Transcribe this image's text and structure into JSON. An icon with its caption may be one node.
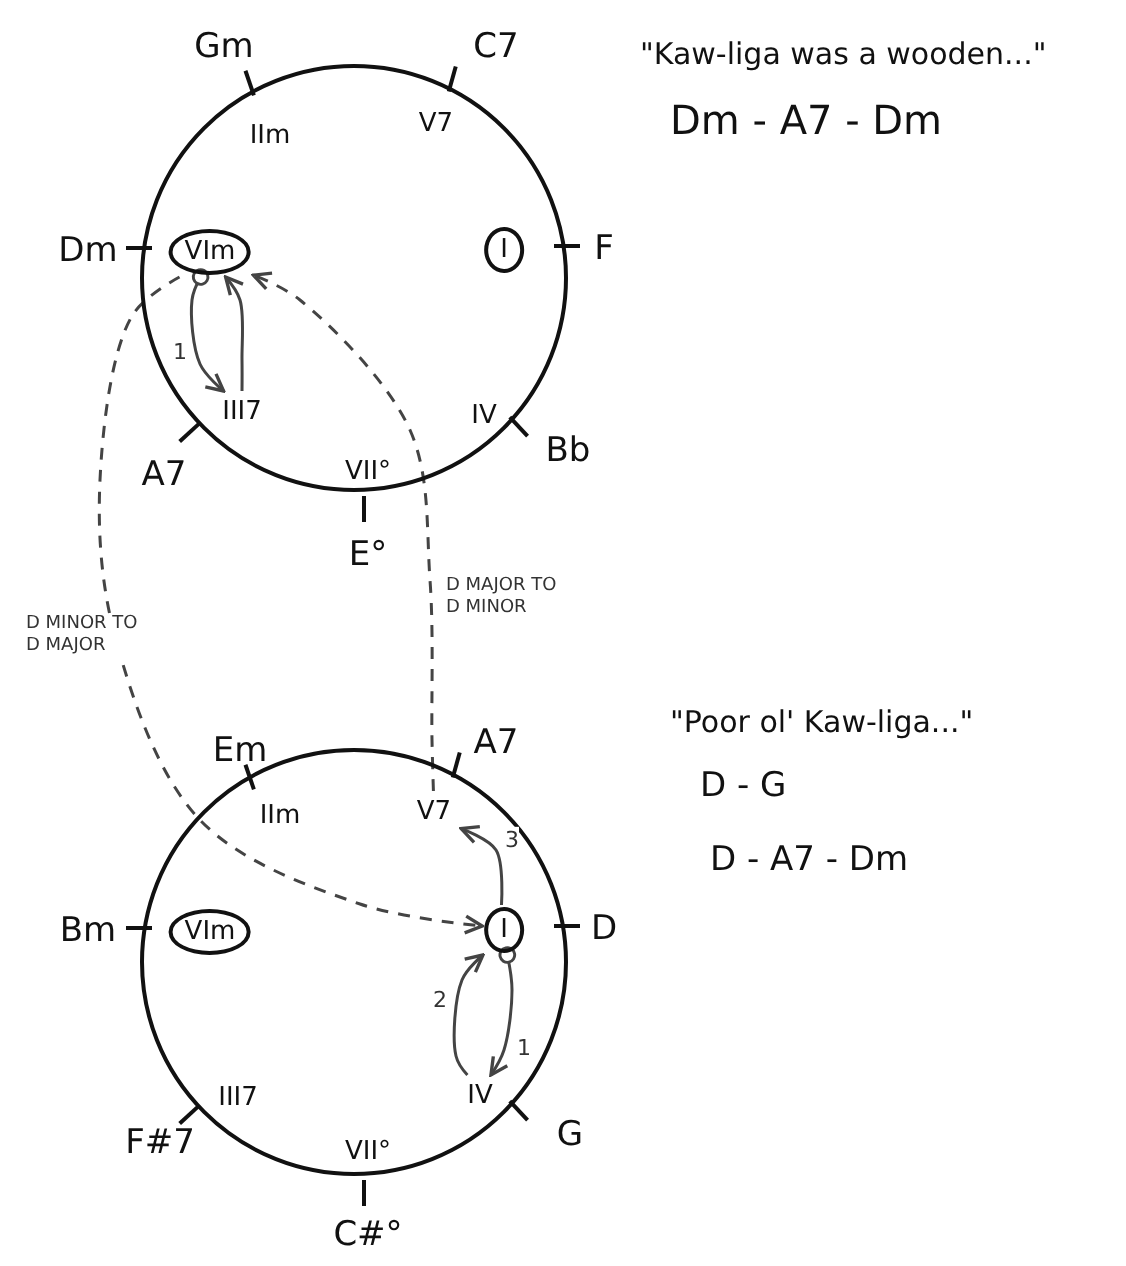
{
  "diagram": {
    "nodes": [
      {
        "text": [],
        "shape": "circle"
      },
      {
        "text": [
          "IIm"
        ],
        "beside": [
          "Gm"
        ],
        "in": 0
      },
      {
        "text": [
          "V7"
        ],
        "beside": [
          "C7"
        ],
        "in": 0
      },
      {
        "text": [
          "I"
        ],
        "beside": [
          "F"
        ],
        "in": 0
      },
      {
        "text": [
          "IV"
        ],
        "beside": [
          "Bb"
        ],
        "in": 0
      },
      {
        "text": [
          "VII°"
        ],
        "beside": [
          "E°"
        ],
        "in": 0
      },
      {
        "text": [
          "III7"
        ],
        "beside": [
          "A7"
        ],
        "in": 0
      },
      {
        "text": [
          "VIm"
        ],
        "beside": [
          "Dm"
        ],
        "in": 0
      },
      {
        "text": [],
        "shape": "circle"
      },
      {
        "text": [
          "IIm"
        ],
        "beside": [
          "Em"
        ],
        "in": 8
      },
      {
        "text": [
          "V7"
        ],
        "beside": [
          "A7"
        ],
        "in": 8
      },
      {
        "text": [
          "I"
        ],
        "beside": [
          "D"
        ],
        "in": 8
      },
      {
        "text": [
          "IV"
        ],
        "beside": [
          "G"
        ],
        "in": 8
      },
      {
        "text": [
          "VII°"
        ],
        "beside": [
          "C#°"
        ],
        "in": 8
      },
      {
        "text": [
          "III7"
        ],
        "beside": [
          "F#7"
        ],
        "in": 8
      },
      {
        "text": [
          "VIm"
        ],
        "beside": [
          "Bm"
        ],
        "in": 8
      }
    ],
    "edges": [
      {
        "from": 7,
        "to": 6,
        "arrow": "to",
        "label": "1"
      },
      {
        "from": 6,
        "to": 7,
        "arrow": "to"
      },
      {
        "from": 7,
        "to": 11,
        "arrow": "to",
        "style": "dashed",
        "label": "D MINOR TO D MAJOR"
      },
      {
        "from": 10,
        "to": 7,
        "arrow": "to",
        "style": "dashed",
        "label": "D MAJOR TO D MINOR"
      },
      {
        "from": 11,
        "to": 12,
        "arrow": "to",
        "label": "1"
      },
      {
        "from": 12,
        "to": 11,
        "arrow": "to",
        "label": "2"
      },
      {
        "from": 11,
        "to": 10,
        "arrow": "to",
        "label": "3"
      }
    ],
    "labels": [
      "\"Kaw-liga was a wooden...\"",
      "Dm - A7 - Dm",
      "\"Poor ol' Kaw-liga...\"",
      "D - G",
      "D - A7 - Dm"
    ]
  }
}
